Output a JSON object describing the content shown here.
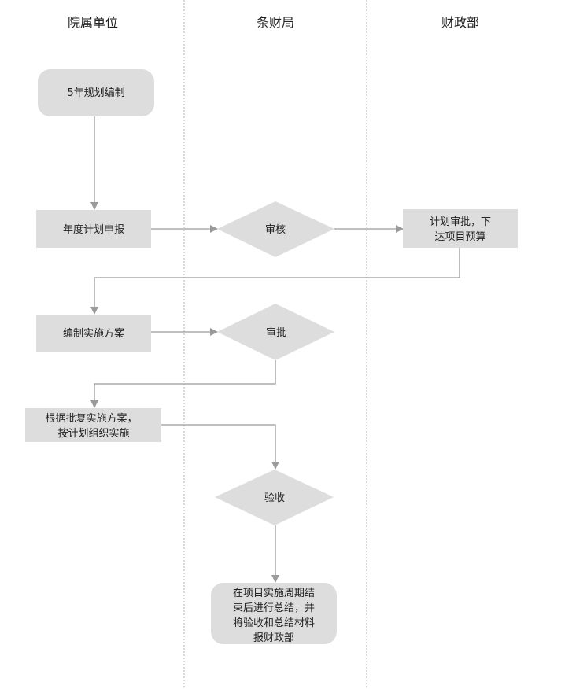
{
  "lanes": [
    "院属单位",
    "条财局",
    "财政部"
  ],
  "nodes": {
    "plan_5yr": "5年规划编制",
    "annual_report": "年度计划申报",
    "review": "审核",
    "approve_issue": [
      "计划审批，下",
      "达项目预算"
    ],
    "prepare_plan": "编制实施方案",
    "approve": "审批",
    "execute": [
      "根据批复实施方案，",
      "按计划组织实施"
    ],
    "acceptance": "验收",
    "summary": [
      "在项目实施周期结",
      "束后进行总结，并",
      "将验收和总结材料",
      "报财政部"
    ]
  }
}
